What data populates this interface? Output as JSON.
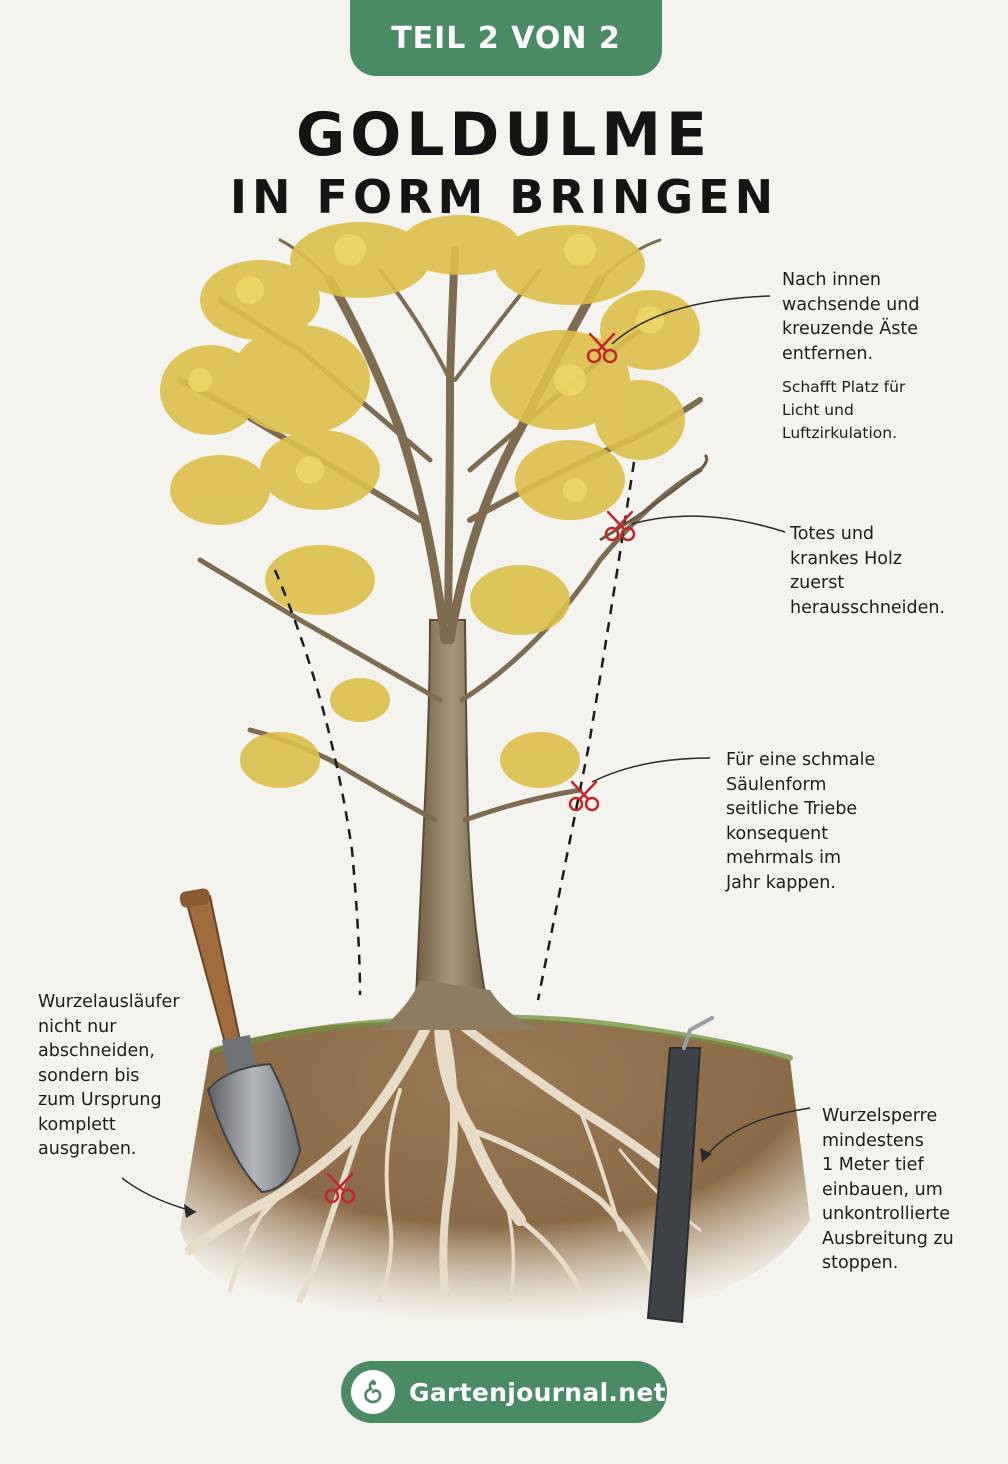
{
  "badge": "TEIL 2 VON 2",
  "title": {
    "line1": "GOLDULME",
    "line2": "IN FORM BRINGEN"
  },
  "notes": {
    "inner_branches": {
      "lines": [
        "Nach innen",
        "wachsende und",
        "kreuzende Äste",
        "entfernen."
      ],
      "sub_lines": [
        "Schafft Platz für",
        "Licht und",
        "Luftzirkulation."
      ]
    },
    "dead_wood": {
      "lines": [
        "Totes und",
        "krankes Holz",
        "zuerst",
        "herausschneiden."
      ]
    },
    "column_form": {
      "lines": [
        "Für eine schmale",
        "Säulenform",
        "seitliche Triebe",
        "konsequent",
        "mehrmals im",
        "Jahr kappen."
      ]
    },
    "root_suckers": {
      "lines": [
        "Wurzelausläufer",
        "nicht nur",
        "abschneiden,",
        "sondern bis",
        "zum Ursprung",
        "komplett",
        "ausgraben."
      ]
    },
    "root_barrier": {
      "lines": [
        "Wurzelsperre",
        "mindestens",
        "1 Meter tief",
        "einbauen, um",
        "unkontrollierte",
        "Ausbreitung zu",
        "stoppen."
      ]
    }
  },
  "footer": {
    "label": "Gartenjournal.net",
    "icon": "gartenjournal-logo-icon"
  },
  "colors": {
    "brand_green": "#4a8a64",
    "background": "#f5f3ee",
    "leaf_yellow": "#d8b93a",
    "bark": "#8a7558",
    "soil": "#8b6a48",
    "scissors_red": "#c0272d"
  }
}
